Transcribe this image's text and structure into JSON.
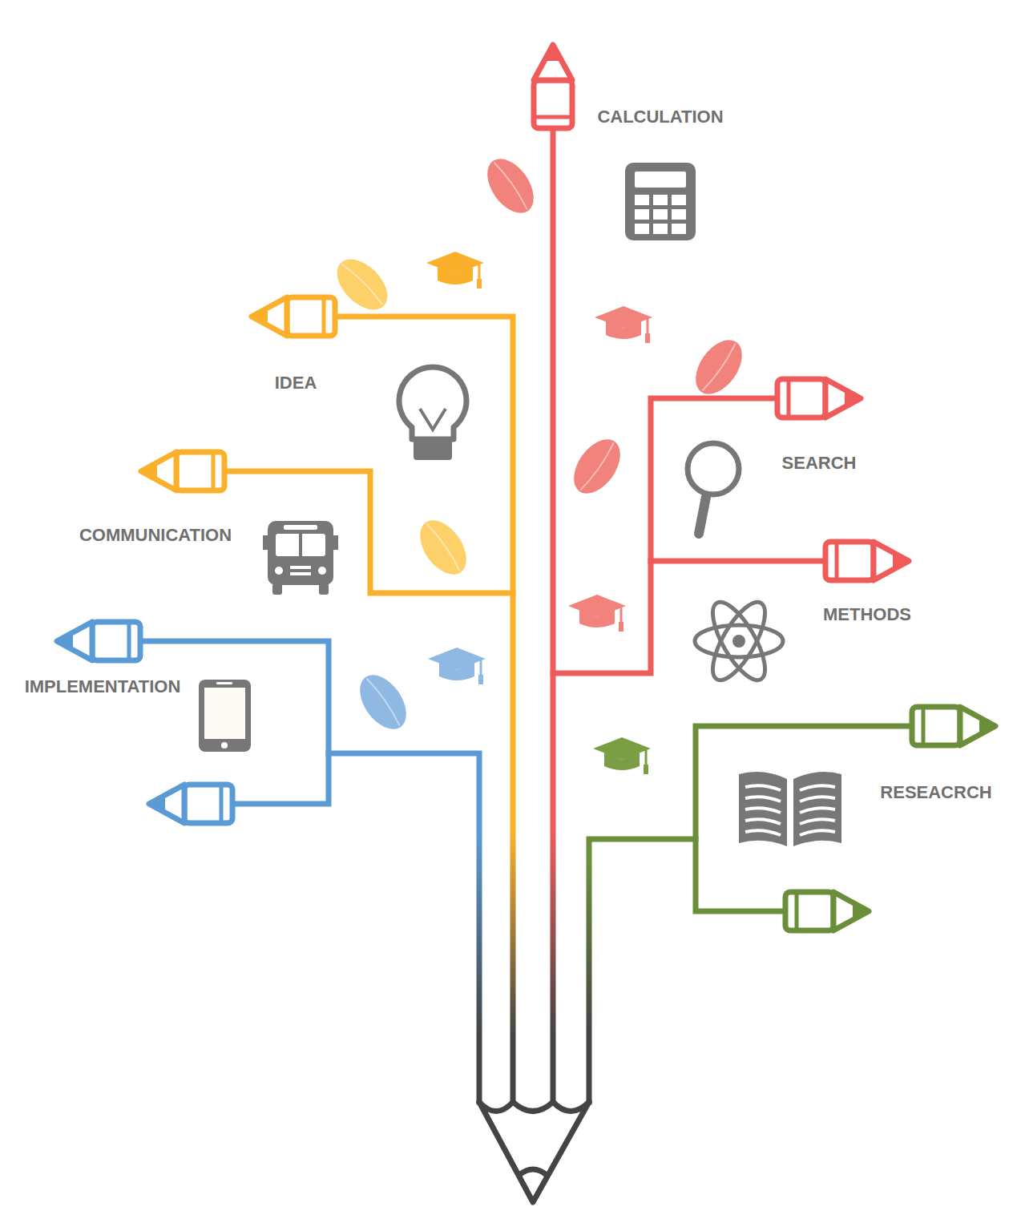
{
  "diagram": {
    "labels": [
      "CALCULATION",
      "IDEA",
      "SEARCH",
      "COMMUNICATION",
      "METHODS",
      "IMPLEMENTATION",
      "RESEACRCH"
    ]
  }
}
